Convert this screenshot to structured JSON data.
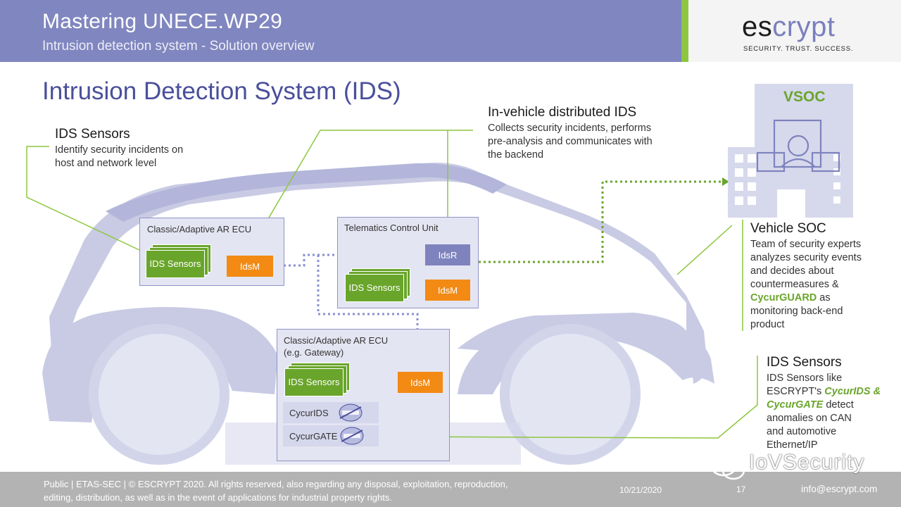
{
  "header": {
    "title": "Mastering UNECE.WP29",
    "subtitle": "Intrusion detection system - Solution overview",
    "logo_es": "es",
    "logo_crypt": "crypt",
    "logo_tagline": "SECURITY. TRUST. SUCCESS.",
    "colors": {
      "header_bg": "#8086bf",
      "stripe": "#8dc63f"
    }
  },
  "page_title": "Intrusion Detection System (IDS)",
  "callouts": {
    "ids_sensors_left": {
      "heading": "IDS Sensors",
      "lines": [
        "Identify security incidents on",
        "host and network level"
      ]
    },
    "in_vehicle": {
      "heading": "In-vehicle distributed IDS",
      "lines": [
        "Collects security incidents, performs",
        "pre-analysis and communicates with",
        "the backend"
      ]
    },
    "vehicle_soc": {
      "heading": "Vehicle SOC",
      "lines": [
        "Team of security experts",
        "analyzes security events",
        "and decides about",
        "countermeasures &"
      ],
      "highlight": "CycurGUARD",
      "after_highlight": " as",
      "tail": [
        "monitoring back-end",
        "product"
      ]
    },
    "ids_sensors_right": {
      "heading": "IDS Sensors",
      "line1": "IDS Sensors like",
      "line2_prefix": "ESCRYPT's ",
      "line2_highlight": "CycurIDS &",
      "line3_highlight": "CycurGATE",
      "line3_suffix": " detect",
      "tail": [
        "anomalies on CAN",
        "and automotive",
        "Ethernet/IP"
      ]
    }
  },
  "vsoc_label": "VSOC",
  "ecu_left": {
    "label": "Classic/Adaptive AR ECU",
    "sensors": "IDS Sensors",
    "idsm": "IdsM"
  },
  "telematics": {
    "label": "Telematics Control Unit",
    "idsr": "IdsR",
    "sensors": "IDS Sensors",
    "idsm": "IdsM"
  },
  "ecu_gateway": {
    "label1": "Classic/Adaptive AR ECU",
    "label2": "(e.g. Gateway)",
    "sensors": "IDS Sensors",
    "idsm": "IdsM",
    "cycurids": "CycurIDS",
    "cycurgate": "CycurGATE"
  },
  "footer": {
    "line1": "Public | ETAS-SEC | © ESCRYPT 2020. All rights reserved, also regarding any disposal, exploitation, reproduction,",
    "line2": "editing, distribution, as well as in the event of applications for industrial property rights.",
    "date": "10/21/2020",
    "page": "17",
    "email": "info@escrypt.com",
    "watermark": "IoVSecurity"
  }
}
